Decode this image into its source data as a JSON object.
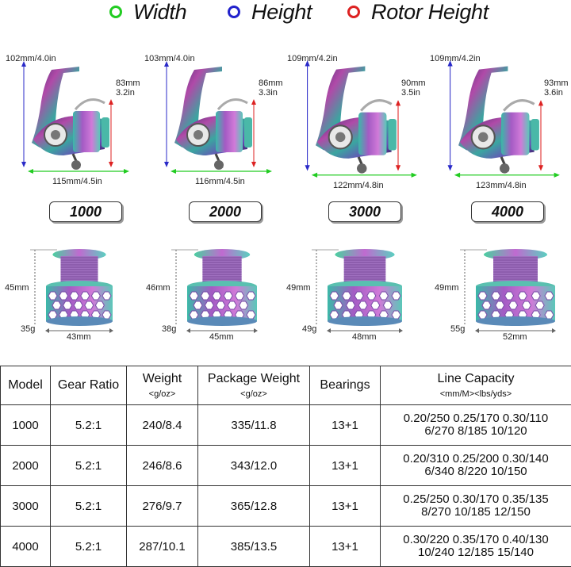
{
  "legend": [
    {
      "label": "Width",
      "color": "#22cc22"
    },
    {
      "label": "Height",
      "color": "#2222cc"
    },
    {
      "label": "Rotor Height",
      "color": "#dd2222"
    }
  ],
  "reels": [
    {
      "model": "1000",
      "height": "102mm/4.0in",
      "rotor_mm": "83mm",
      "rotor_in": "3.2in",
      "width": "115mm/4.5in"
    },
    {
      "model": "2000",
      "height": "103mm/4.0in",
      "rotor_mm": "86mm",
      "rotor_in": "3.3in",
      "width": "116mm/4.5in"
    },
    {
      "model": "3000",
      "height": "109mm/4.2in",
      "rotor_mm": "90mm",
      "rotor_in": "3.5in",
      "width": "122mm/4.8in"
    },
    {
      "model": "4000",
      "height": "109mm/4.2in",
      "rotor_mm": "93mm",
      "rotor_in": "3.6in",
      "width": "123mm/4.8in"
    }
  ],
  "spools": [
    {
      "height": "45mm",
      "weight": "35g",
      "diameter": "43mm"
    },
    {
      "height": "46mm",
      "weight": "38g",
      "diameter": "45mm"
    },
    {
      "height": "49mm",
      "weight": "49g",
      "diameter": "48mm"
    },
    {
      "height": "49mm",
      "weight": "55g",
      "diameter": "52mm"
    }
  ],
  "table": {
    "headers": {
      "model": "Model",
      "gear_ratio": "Gear Ratio",
      "weight": "Weight",
      "weight_unit": "<g/oz>",
      "package_weight": "Package Weight",
      "package_unit": "<g/oz>",
      "bearings": "Bearings",
      "line_capacity": "Line Capacity",
      "line_unit": "<mm/M><lbs/yds>"
    },
    "rows": [
      {
        "model": "1000",
        "gear_ratio": "5.2:1",
        "weight": "240/8.4",
        "package_weight": "335/11.8",
        "bearings": "13+1",
        "line1": "0.20/250 0.25/170 0.30/110",
        "line2": "6/270 8/185 10/120"
      },
      {
        "model": "2000",
        "gear_ratio": "5.2:1",
        "weight": "246/8.6",
        "package_weight": "343/12.0",
        "bearings": "13+1",
        "line1": "0.20/310 0.25/200 0.30/140",
        "line2": "6/340 8/220 10/150"
      },
      {
        "model": "3000",
        "gear_ratio": "5.2:1",
        "weight": "276/9.7",
        "package_weight": "365/12.8",
        "bearings": "13+1",
        "line1": "0.25/250 0.30/170 0.35/135",
        "line2": "8/270 10/185 12/150"
      },
      {
        "model": "4000",
        "gear_ratio": "5.2:1",
        "weight": "287/10.1",
        "package_weight": "385/13.5",
        "bearings": "13+1",
        "line1": "0.30/220 0.35/170 0.40/130",
        "line2": "10/240 12/185 15/140"
      }
    ]
  }
}
